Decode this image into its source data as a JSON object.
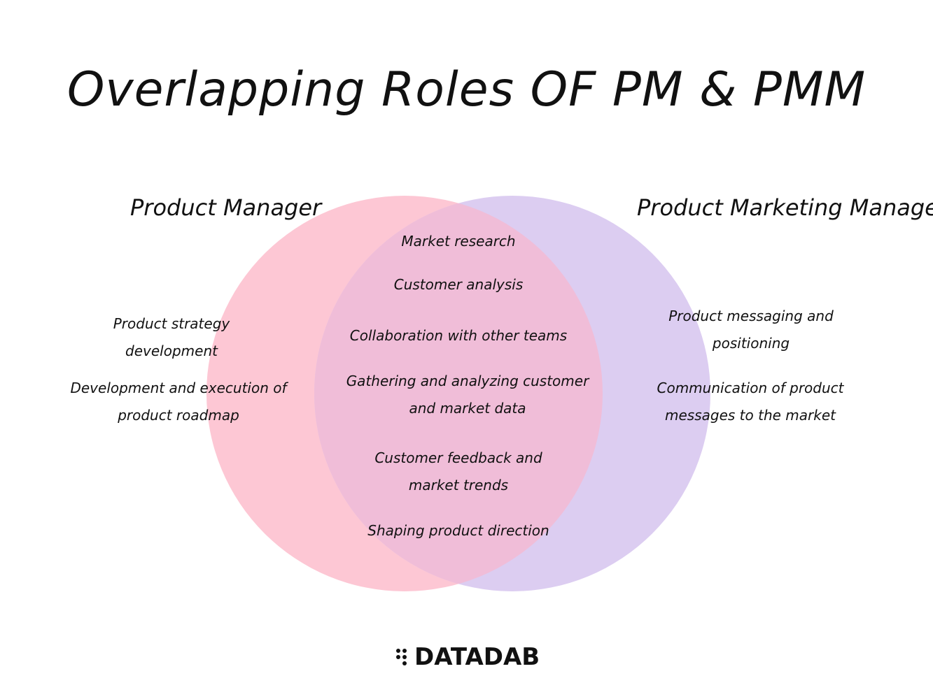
{
  "title": "Overlapping Roles OF PM & PMM",
  "left_set": {
    "name": "Product Manager",
    "color": "#fdc7d4",
    "items": [
      "Product strategy development",
      "Development and execution of product roadmap"
    ]
  },
  "right_set": {
    "name": "Product Marketing Manager",
    "color": "#dccdf1",
    "items": [
      "Product messaging and positioning",
      "Communication of product messages to the market"
    ]
  },
  "overlap": {
    "color": "#f0bdd8",
    "items": [
      "Market research",
      "Customer analysis",
      "Collaboration with other teams",
      "Gathering and analyzing customer and market data",
      "Customer feedback and market trends",
      "Shaping product direction"
    ]
  },
  "brand": {
    "logo_text": "DATADAB",
    "icon": "dot-grid-icon"
  }
}
